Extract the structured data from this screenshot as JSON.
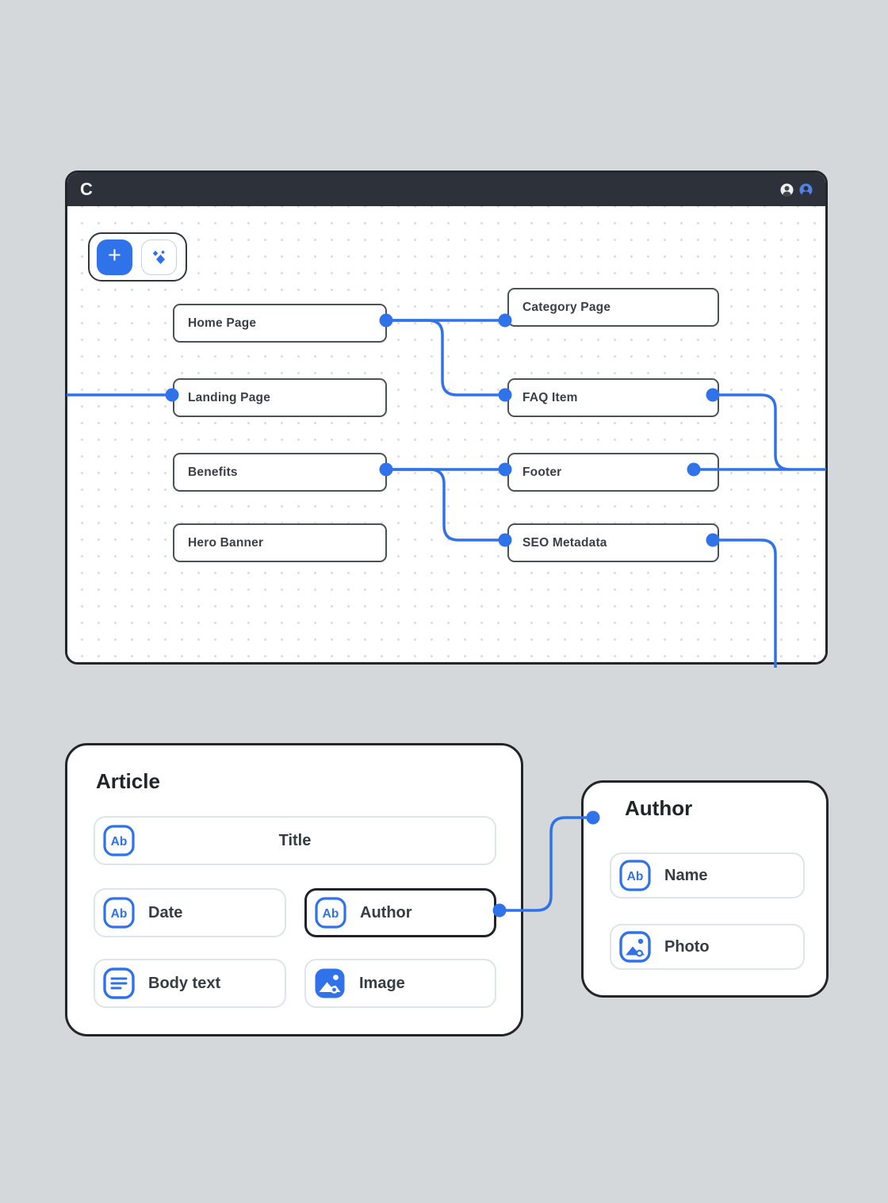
{
  "colors": {
    "accent_blue": "#2f72e9",
    "titlebar_dark": "#2d323a",
    "page_bg": "#d4d8db",
    "node_border": "#4b5158"
  },
  "window": {
    "logo": "C",
    "toolbar": {
      "add_button": "+",
      "ai_button_icon": "sparkles-icon"
    },
    "avatars": [
      {
        "icon": "person-avatar-light"
      },
      {
        "icon": "person-avatar-blue"
      }
    ],
    "nodes": [
      {
        "label": "Home Page"
      },
      {
        "label": "Landing Page"
      },
      {
        "label": "Benefits"
      },
      {
        "label": "Hero Banner"
      },
      {
        "label": "Category Page"
      },
      {
        "label": "FAQ Item"
      },
      {
        "label": "Footer"
      },
      {
        "label": "SEO Metadata"
      }
    ],
    "edges": [
      {
        "from": "canvas-left-edge",
        "to": "Landing Page"
      },
      {
        "from": "Home Page",
        "to": "Category Page"
      },
      {
        "from": "Home Page",
        "to": "FAQ Item"
      },
      {
        "from": "Benefits",
        "to": "Footer"
      },
      {
        "from": "Benefits",
        "to": "SEO Metadata"
      },
      {
        "from": "FAQ Item",
        "to": "canvas-right-edge"
      },
      {
        "from": "Footer",
        "to": "canvas-right-edge"
      },
      {
        "from": "SEO Metadata",
        "to": "canvas-bottom-edge"
      }
    ]
  },
  "icons": {
    "text_label": "Ab"
  },
  "article_card": {
    "title": "Article",
    "fields": [
      {
        "label": "Title",
        "icon": "text-field-icon"
      },
      {
        "label": "Date",
        "icon": "text-field-icon"
      },
      {
        "label": "Author",
        "icon": "text-field-icon",
        "highlighted": true
      },
      {
        "label": "Body text",
        "icon": "rich-text-icon"
      },
      {
        "label": "Image",
        "icon": "image-icon"
      }
    ]
  },
  "author_card": {
    "title": "Author",
    "fields": [
      {
        "label": "Name",
        "icon": "text-field-icon"
      },
      {
        "label": "Photo",
        "icon": "photo-icon"
      }
    ],
    "link": {
      "from": "Article / Author field",
      "to": "Author card"
    }
  }
}
